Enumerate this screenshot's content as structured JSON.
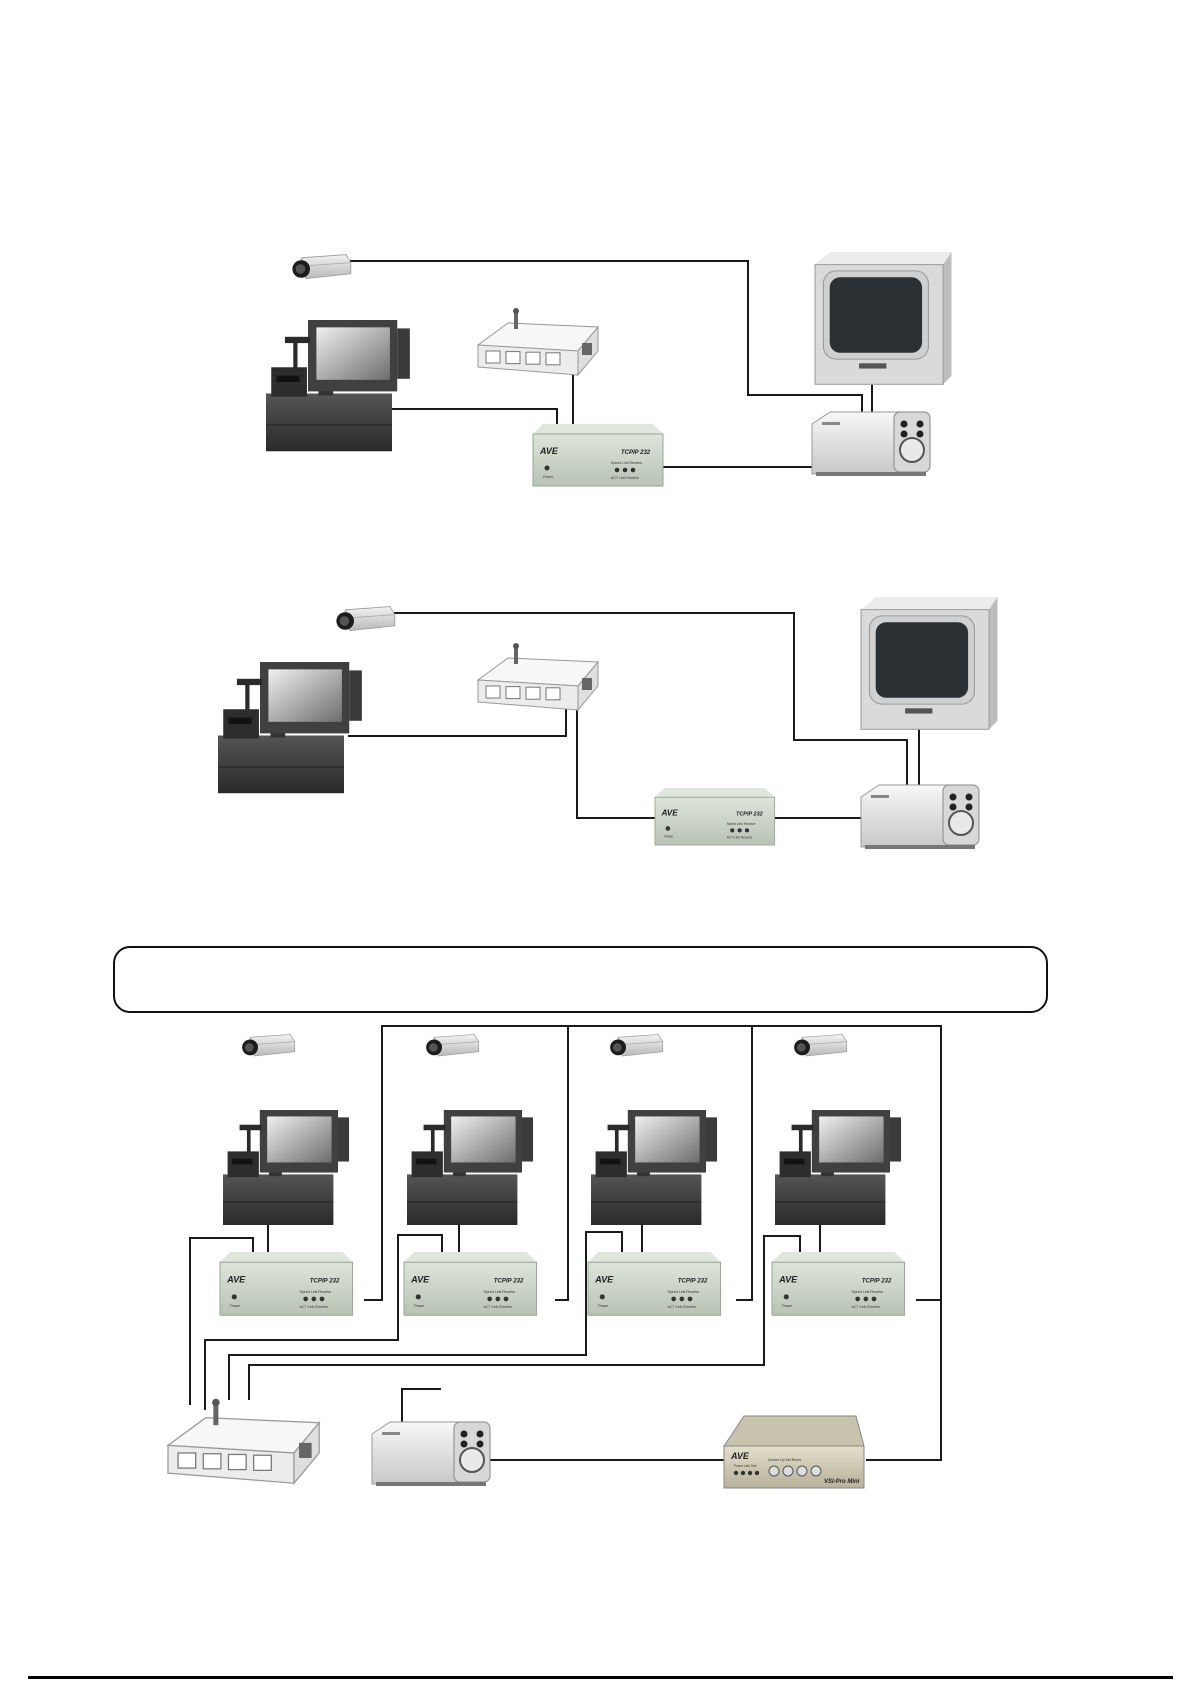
{
  "brand": {
    "ave": "AVE",
    "tcpip_model": "TCPIP 232",
    "tcpip_led_header": "Speed  Link  Receive",
    "tcpip_led_footer": "ACT   Link Receive",
    "tcpip_power": "Power",
    "vspro_model": "VSI-Pro Mini",
    "vspro_buttons": "Screen  Up  Set  Reset",
    "vspro_leds": "Power  Link  Text"
  },
  "colors": {
    "wire": "#1a1a1a",
    "tcpip_body": "#c9d3c6",
    "monitor_casing": "#dcdcdc",
    "screen": "#2b3034",
    "pos_body": "#3b3b3b",
    "vspro_body": "#cfcab5"
  },
  "caption_box": {
    "text": ""
  }
}
